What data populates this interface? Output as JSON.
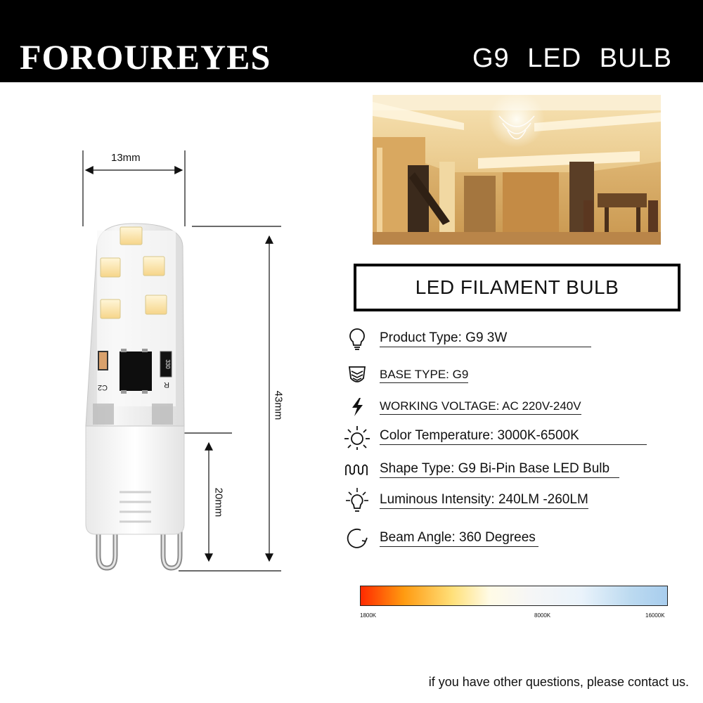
{
  "header": {
    "brand": "FOROUREYES",
    "title": "G9 LED BULB"
  },
  "dimensions": {
    "width": "13mm",
    "height": "43mm",
    "base_height": "20mm"
  },
  "bulb_markings": {
    "resistor": "330",
    "capacitor": "C2",
    "r_label": "R"
  },
  "label_box": "LED FILAMENT BULB",
  "specs": [
    {
      "icon": "bulb-icon",
      "text": "Product Type: G9 3W"
    },
    {
      "icon": "base-icon",
      "text": "BASE TYPE:  G9"
    },
    {
      "icon": "lightning-icon",
      "text": "WORKING VOLTAGE: AC 220V-240V"
    },
    {
      "icon": "sun-icon",
      "text": "Color Temperature: 3000K-6500K"
    },
    {
      "icon": "coil-icon",
      "text": "Shape Type: G9 Bi-Pin Base LED Bulb"
    },
    {
      "icon": "glowing-bulb-icon",
      "text": "Luminous Intensity:  240LM -260LM"
    },
    {
      "icon": "rotate-icon",
      "text": "Beam Angle: 360 Degrees"
    }
  ],
  "color_scale": {
    "labels": [
      "1800K",
      "8000K",
      "16000K"
    ]
  },
  "footer": "if you have other questions, please contact us."
}
